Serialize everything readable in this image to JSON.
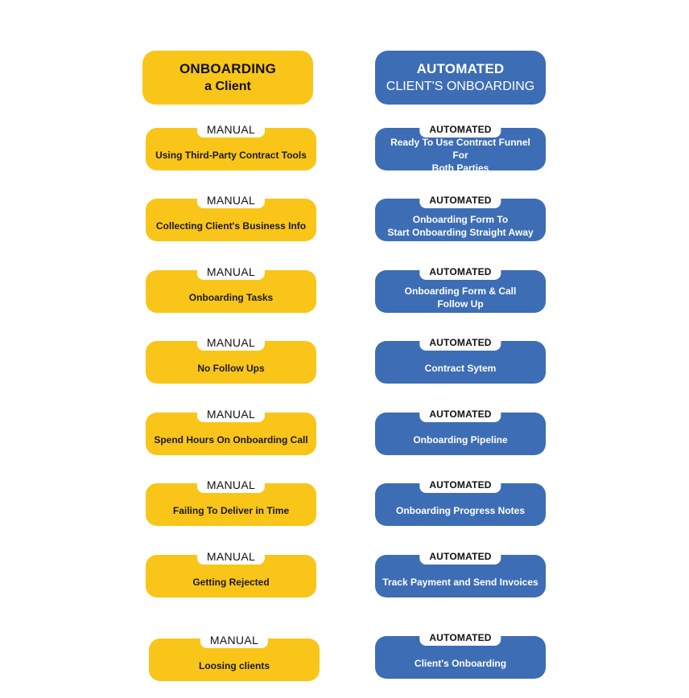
{
  "headers": {
    "manual": {
      "line1": "ONBOARDING",
      "line2": "a Client"
    },
    "automated": {
      "line1": "AUTOMATED",
      "line2": "CLIENT'S ONBOARDING"
    }
  },
  "manual_tag": "MANUAL",
  "automated_tag": "AUTOMATED",
  "colors": {
    "manual": "#F9C519",
    "automated": "#3D6DB5"
  },
  "rows": [
    {
      "manual": "Using Third-Party Contract Tools",
      "automated": "Ready To Use Contract Funnel For\nBoth Parties"
    },
    {
      "manual": "Collecting Client's Business Info",
      "automated": "Onboarding Form To\nStart Onboarding Straight Away"
    },
    {
      "manual": "Onboarding Tasks",
      "automated": "Onboarding Form & Call\nFollow Up"
    },
    {
      "manual": "No Follow Ups",
      "automated": "Contract Sytem"
    },
    {
      "manual": "Spend Hours On Onboarding Call",
      "automated": "Onboarding Pipeline"
    },
    {
      "manual": "Failing To Deliver in Time",
      "automated": "Onboarding Progress Notes"
    },
    {
      "manual": "Getting Rejected",
      "automated": "Track Payment and Send Invoices"
    },
    {
      "manual": "Loosing clients",
      "automated": "Client's Onboarding"
    }
  ]
}
